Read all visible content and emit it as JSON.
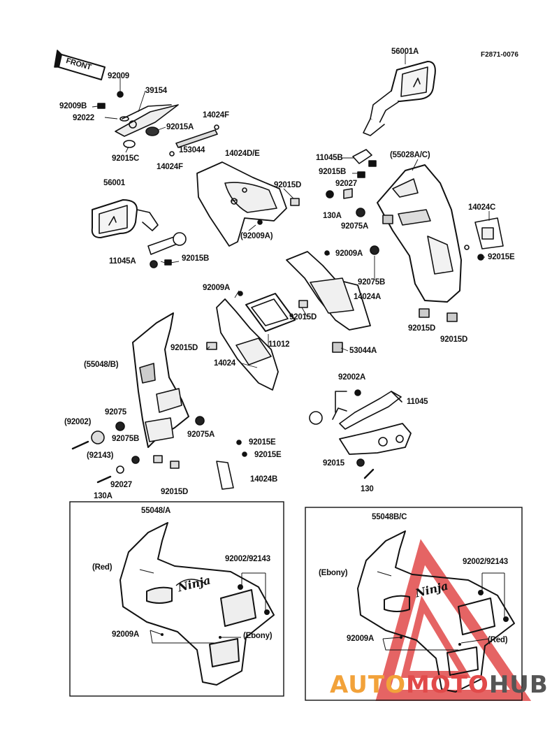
{
  "code": "F2871-0076",
  "front_arrow": "FRONT",
  "callouts": [
    "92009",
    "39154",
    "92009B",
    "92022",
    "92015A",
    "92015C",
    "153044",
    "14024F",
    "14024F",
    "14024D/E",
    "92015D",
    "(92009A)",
    "56001",
    "11045A",
    "92015B",
    "56001A",
    "11045B",
    "92015B",
    "92027",
    "130A",
    "92075A",
    "(55028A/C)",
    "14024C",
    "92015E",
    "92009A",
    "92075B",
    "14024A",
    "92015D",
    "92015D",
    "92015D",
    "92009A",
    "92015D",
    "11012",
    "14024",
    "53044A",
    "(55048/B)",
    "92075",
    "(92002)",
    "92075B",
    "(92143)",
    "92075A",
    "92027",
    "130A",
    "92015D",
    "92015E",
    "92015E",
    "14024B",
    "92002A",
    "11045",
    "92015",
    "130",
    "55048/A",
    "(Red)",
    "92002/92143",
    "92009A",
    "(Ebony)",
    "55048B/C",
    "(Ebony)",
    "92002/92143",
    "92009A",
    "(Red)"
  ],
  "watermark": {
    "part1": "AUTO",
    "part2": "MOTO",
    "part3": "HUB"
  },
  "colors": {
    "accent_red": "#e14a4a",
    "accent_orange": "#f2a23a",
    "line": "#111111"
  }
}
